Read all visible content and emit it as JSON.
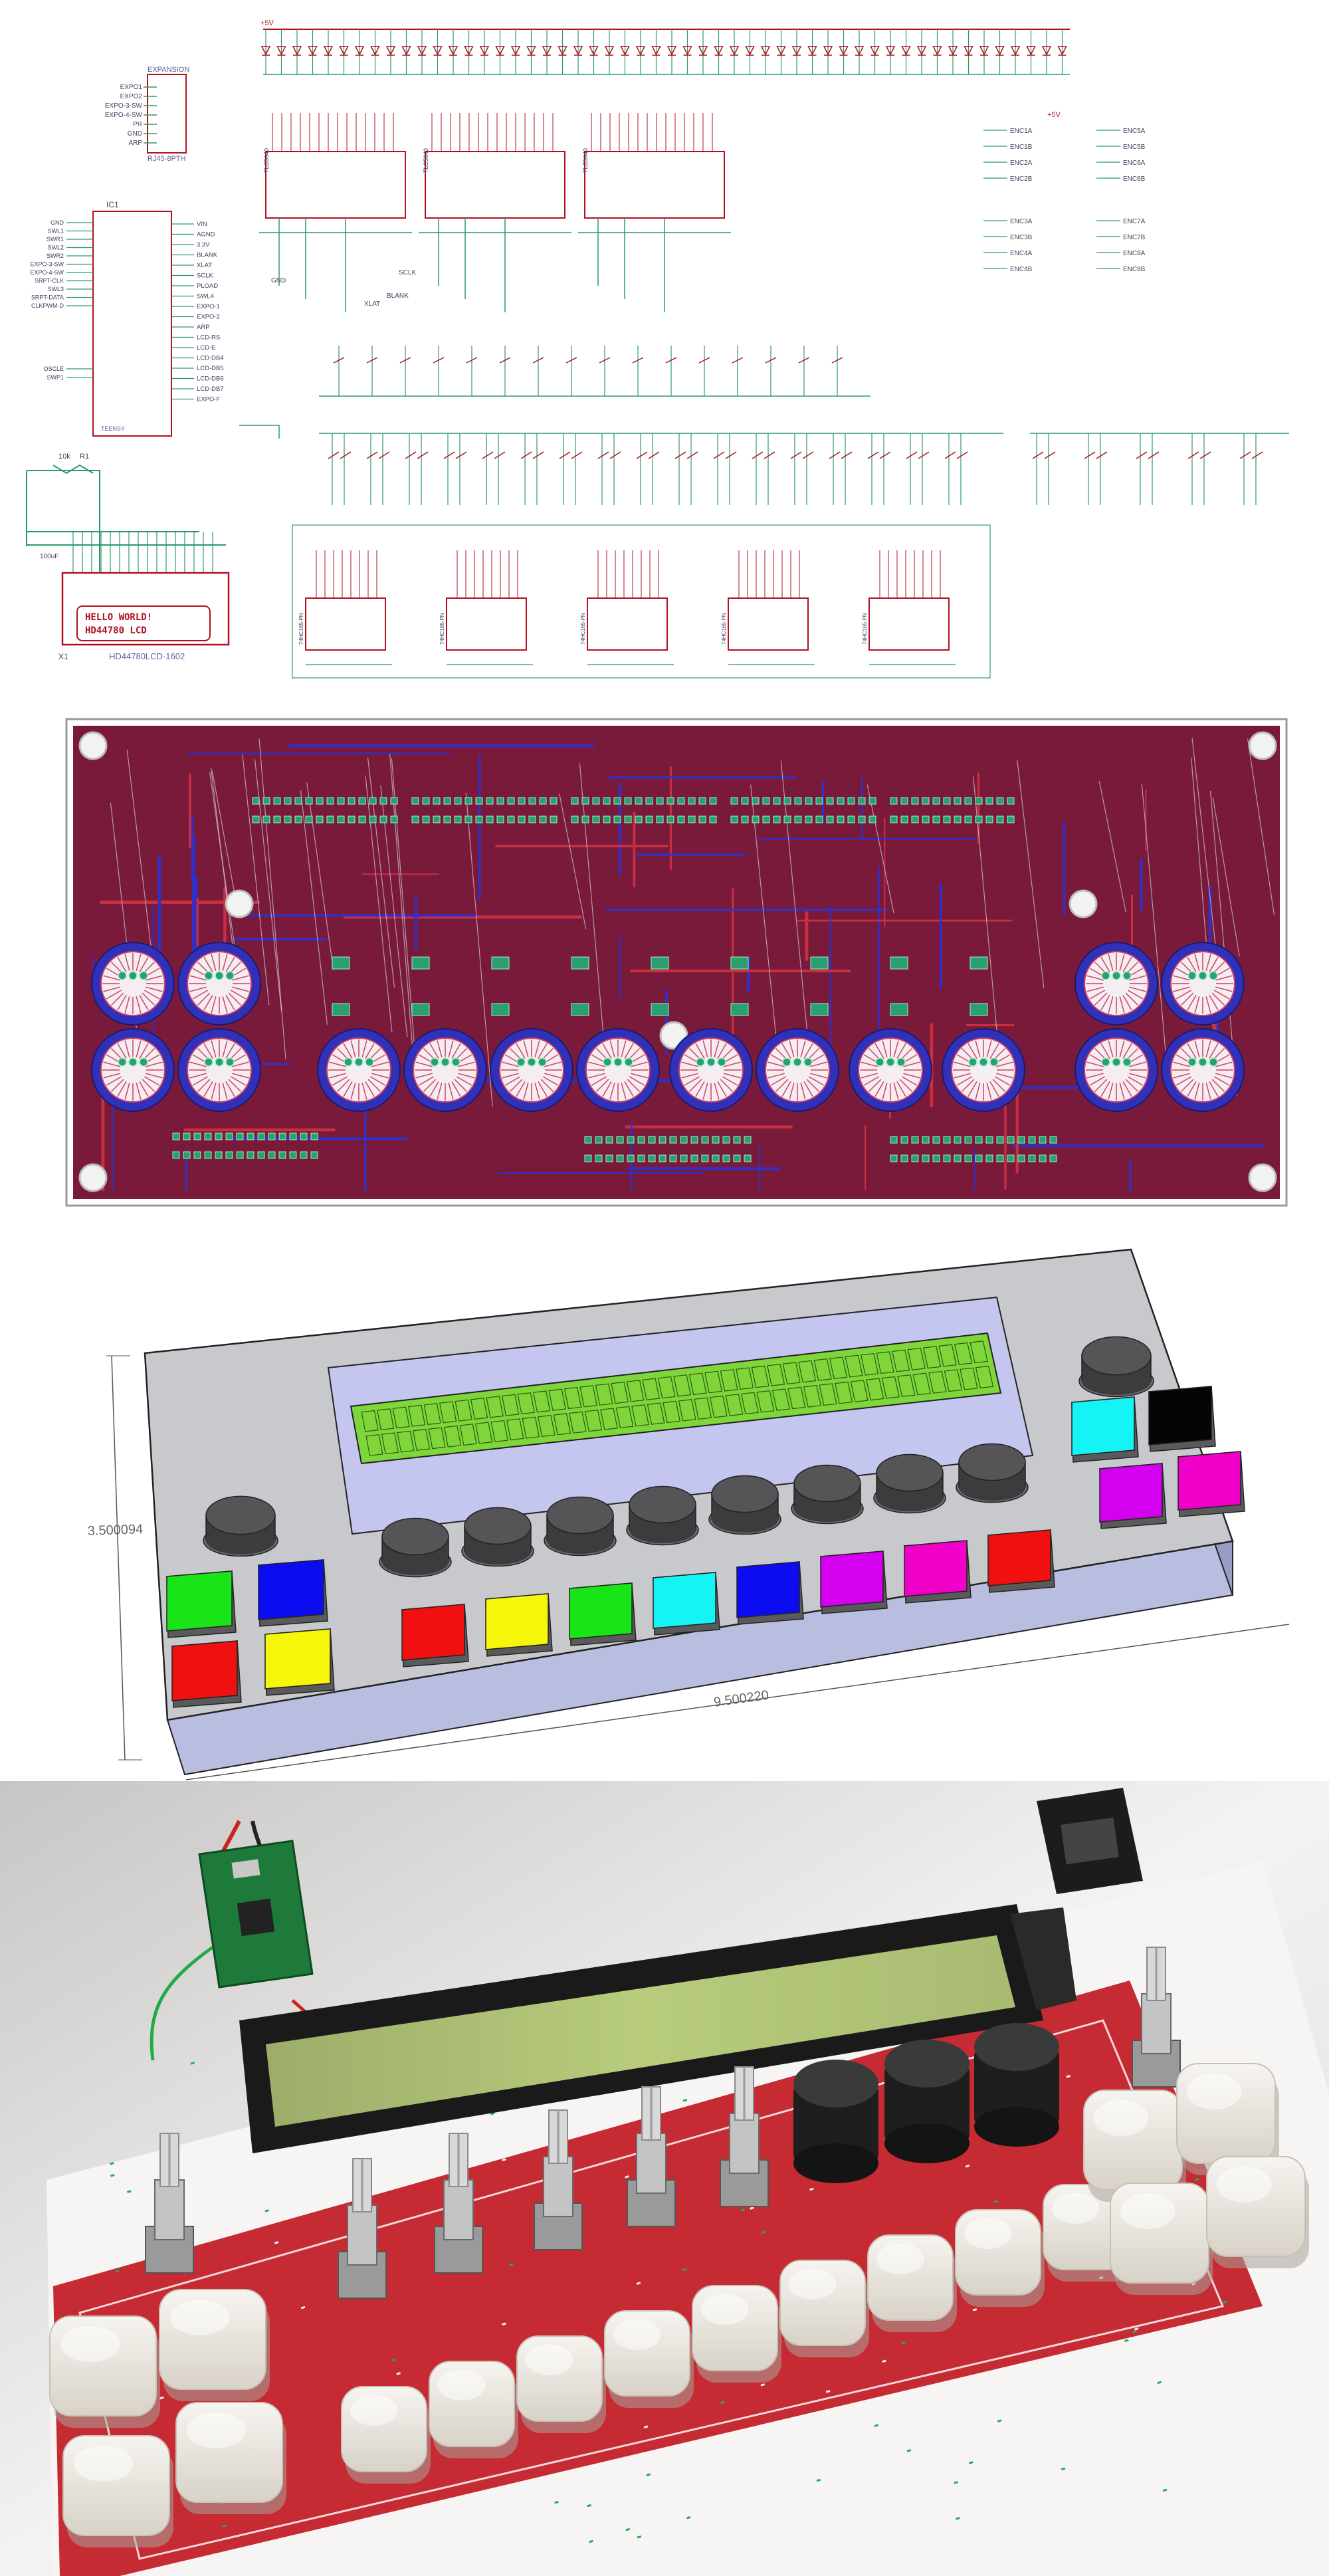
{
  "schematic": {
    "expansion": {
      "title": "EXPANSION",
      "pins": [
        "EXPO1",
        "EXPO2",
        "EXPO-3-SW",
        "EXPO-4-SW",
        "PR",
        "GND",
        "ARP"
      ],
      "part": "RJ45-8PTH"
    },
    "mcu": {
      "name": "IC1",
      "part": "TEENSY",
      "left_pins": [
        "GND",
        "SWL1",
        "SWR1",
        "SWL2",
        "SWR2",
        "EXPO-3-SW",
        "EXPO-4-SW",
        "SRPT-CLK",
        "SWL3",
        "SRPT-DATA",
        "CLKPWM-D"
      ],
      "right_pins": [
        "VIN",
        "AGND",
        "3.3V",
        "BLANK",
        "XLAT",
        "SCLK",
        "PLOAD",
        "SWL4",
        "EXPO-1",
        "EXPO-2",
        "ARP",
        "LCD-RS",
        "LCD-E",
        "LCD-DB4",
        "LCD-DB5",
        "LCD-DB6",
        "LCD-DB7",
        "EXPO-F"
      ],
      "extra_left": [
        "OSCLE",
        "SWP1"
      ]
    },
    "lcd": {
      "line1": "HELLO WORLD!",
      "line2": "HD44780 LCD",
      "part": "HD44780LCD-1602",
      "ref": "X1"
    },
    "drivers": [
      "TLC5940",
      "TLC5940",
      "TLC5940"
    ],
    "shift_regs": [
      "74HC165-PN",
      "74HC165-PN",
      "74HC165-PN",
      "74HC165-PN",
      "74HC165-PN"
    ],
    "enc_labels": [
      "ENC1A",
      "ENC1B",
      "ENC2A",
      "ENC2B",
      "ENC3A",
      "ENC3B",
      "ENC4A",
      "ENC4B",
      "ENC5A",
      "ENC5B",
      "ENC6A",
      "ENC6B",
      "ENC7A",
      "ENC7B",
      "ENC8A",
      "ENC8B"
    ],
    "nets": [
      "+5V",
      "GND",
      "SCLK",
      "XLAT",
      "BLANK",
      "+5V"
    ],
    "trim": {
      "label": "10k",
      "ref": "R1",
      "cap": "100uF"
    }
  },
  "render3d": {
    "dim_width": "9.500220",
    "dim_height": "3.500094",
    "colors": {
      "case_top": "#c8c9cd",
      "case_side": "#b9bde0",
      "lcd_bezel": "#c4c6f0",
      "lcd_screen": "#7ed63b",
      "lcd_grid": "#2c5a12",
      "knob": "#3c3c3e"
    },
    "left_buttons": [
      "#18e418",
      "#0c0cf0",
      "#f01010",
      "#f6f60a"
    ],
    "row_buttons": [
      "#f01010",
      "#f6f60a",
      "#18e418",
      "#14f4f4",
      "#0c0cf0",
      "#d400f0",
      "#f000c8",
      "#f01010"
    ],
    "right_buttons": [
      "#14f4f4",
      "#050505",
      "#d400f0",
      "#f000c8"
    ]
  },
  "photo": {
    "colors": {
      "board": "#c62a32",
      "cap": "#ece8e2",
      "lcd": "#b6c87a"
    }
  }
}
